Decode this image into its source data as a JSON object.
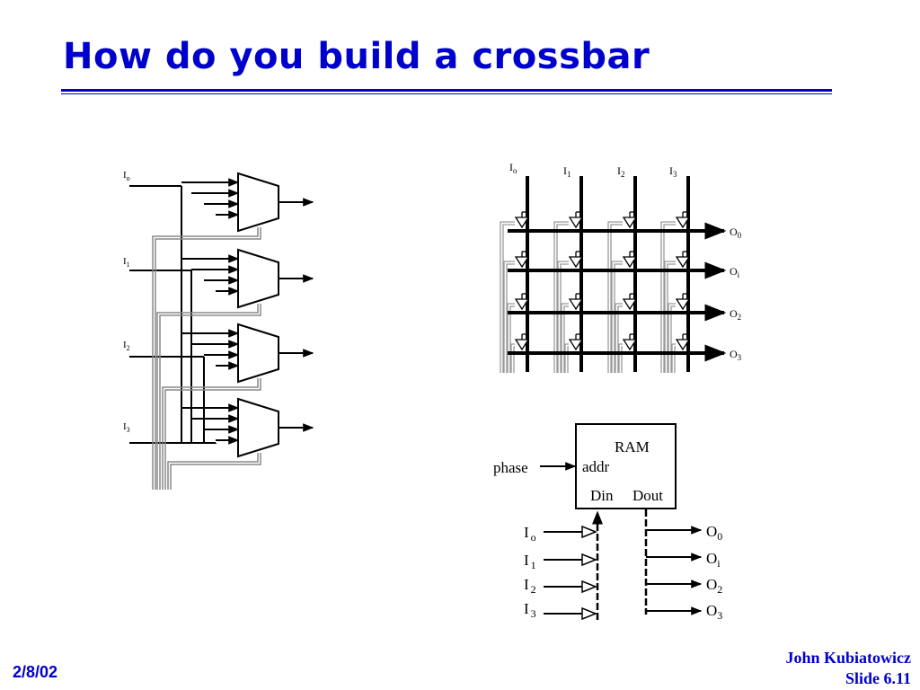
{
  "slide": {
    "title": "How do you build a crossbar",
    "date": "2/8/02",
    "author": "John Kubiatowicz",
    "slide_number": "Slide 6.11"
  },
  "mux_diagram": {
    "inputs": [
      {
        "base": "I",
        "sub": "o"
      },
      {
        "base": "I",
        "sub": "1"
      },
      {
        "base": "I",
        "sub": "2"
      },
      {
        "base": "I",
        "sub": "3"
      }
    ]
  },
  "switch_diagram": {
    "inputs": [
      {
        "base": "I",
        "sub": "o"
      },
      {
        "base": "I",
        "sub": "1"
      },
      {
        "base": "I",
        "sub": "2"
      },
      {
        "base": "I",
        "sub": "3"
      }
    ],
    "outputs": [
      {
        "base": "O",
        "sub": "0"
      },
      {
        "base": "O",
        "sub": "i"
      },
      {
        "base": "O",
        "sub": "2"
      },
      {
        "base": "O",
        "sub": "3"
      }
    ]
  },
  "ram_diagram": {
    "block_label": "RAM",
    "addr_label": "addr",
    "din_label": "Din",
    "dout_label": "Dout",
    "phase_label": "phase",
    "inputs": [
      {
        "base": "I",
        "sub": "o"
      },
      {
        "base": "I",
        "sub": "1"
      },
      {
        "base": "I",
        "sub": "2"
      },
      {
        "base": "I",
        "sub": "3"
      }
    ],
    "outputs": [
      {
        "base": "O",
        "sub": "0"
      },
      {
        "base": "O",
        "sub": "i"
      },
      {
        "base": "O",
        "sub": "2"
      },
      {
        "base": "O",
        "sub": "3"
      }
    ]
  },
  "colors": {
    "title": "#0000cc",
    "wire": "#000000",
    "control_wire": "#888888"
  }
}
